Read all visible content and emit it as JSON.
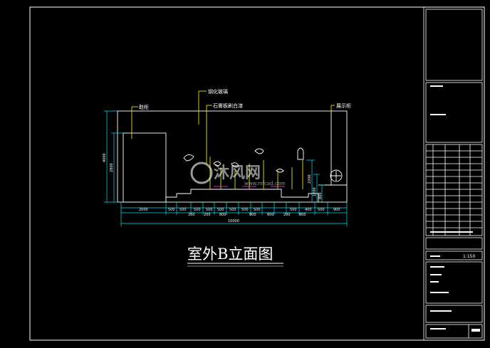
{
  "drawing": {
    "title": "室外B立面图",
    "scale": "1:150"
  },
  "annotations": {
    "shoe_cabinet": "鞋柜",
    "tempered_glass": "钢化玻璃",
    "gypsum_board": "石膏板刷白漆",
    "display_cabinet": "展示柜"
  },
  "dimensions": {
    "height_total": "4000",
    "height_cabinet": "2800",
    "height_right_1": "2200",
    "height_right_2": "1200",
    "height_right_3": "800",
    "row1": [
      "2000",
      "500",
      "500",
      "500",
      "500",
      "500",
      "500",
      "500",
      "500",
      "500",
      "400",
      "500",
      "900"
    ],
    "row2": [
      "200",
      "200",
      "800",
      "800",
      "800",
      "200",
      "800"
    ],
    "total_width": "10000"
  },
  "colors": {
    "background": "#000000",
    "line": "#ffffff",
    "dimension": "#00e5ff",
    "accent": "#ffff00",
    "magenta": "#ff40ff"
  },
  "watermark": {
    "text": "沐风网",
    "url": "www.mfcad.com"
  }
}
